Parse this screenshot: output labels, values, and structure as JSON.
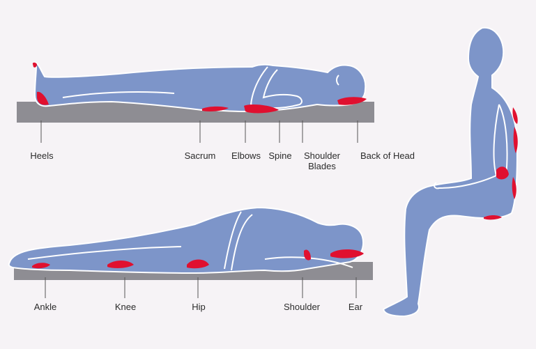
{
  "colors": {
    "background": "#f6f3f6",
    "body": "#7d95c9",
    "outline": "#ffffff",
    "mattress": "#8e8d93",
    "pressure": "#e0102f",
    "leader": "#555555",
    "text": "#2b2b2b"
  },
  "supine": {
    "labels": {
      "heels": "Heels",
      "sacrum": "Sacrum",
      "elbows": "Elbows",
      "spine": "Spine",
      "shoulder_blades_1": "Shoulder",
      "shoulder_blades_2": "Blades",
      "back_of_head": "Back of Head"
    }
  },
  "lateral": {
    "labels": {
      "ankle": "Ankle",
      "knee": "Knee",
      "hip": "Hip",
      "shoulder": "Shoulder",
      "ear": "Ear"
    }
  }
}
